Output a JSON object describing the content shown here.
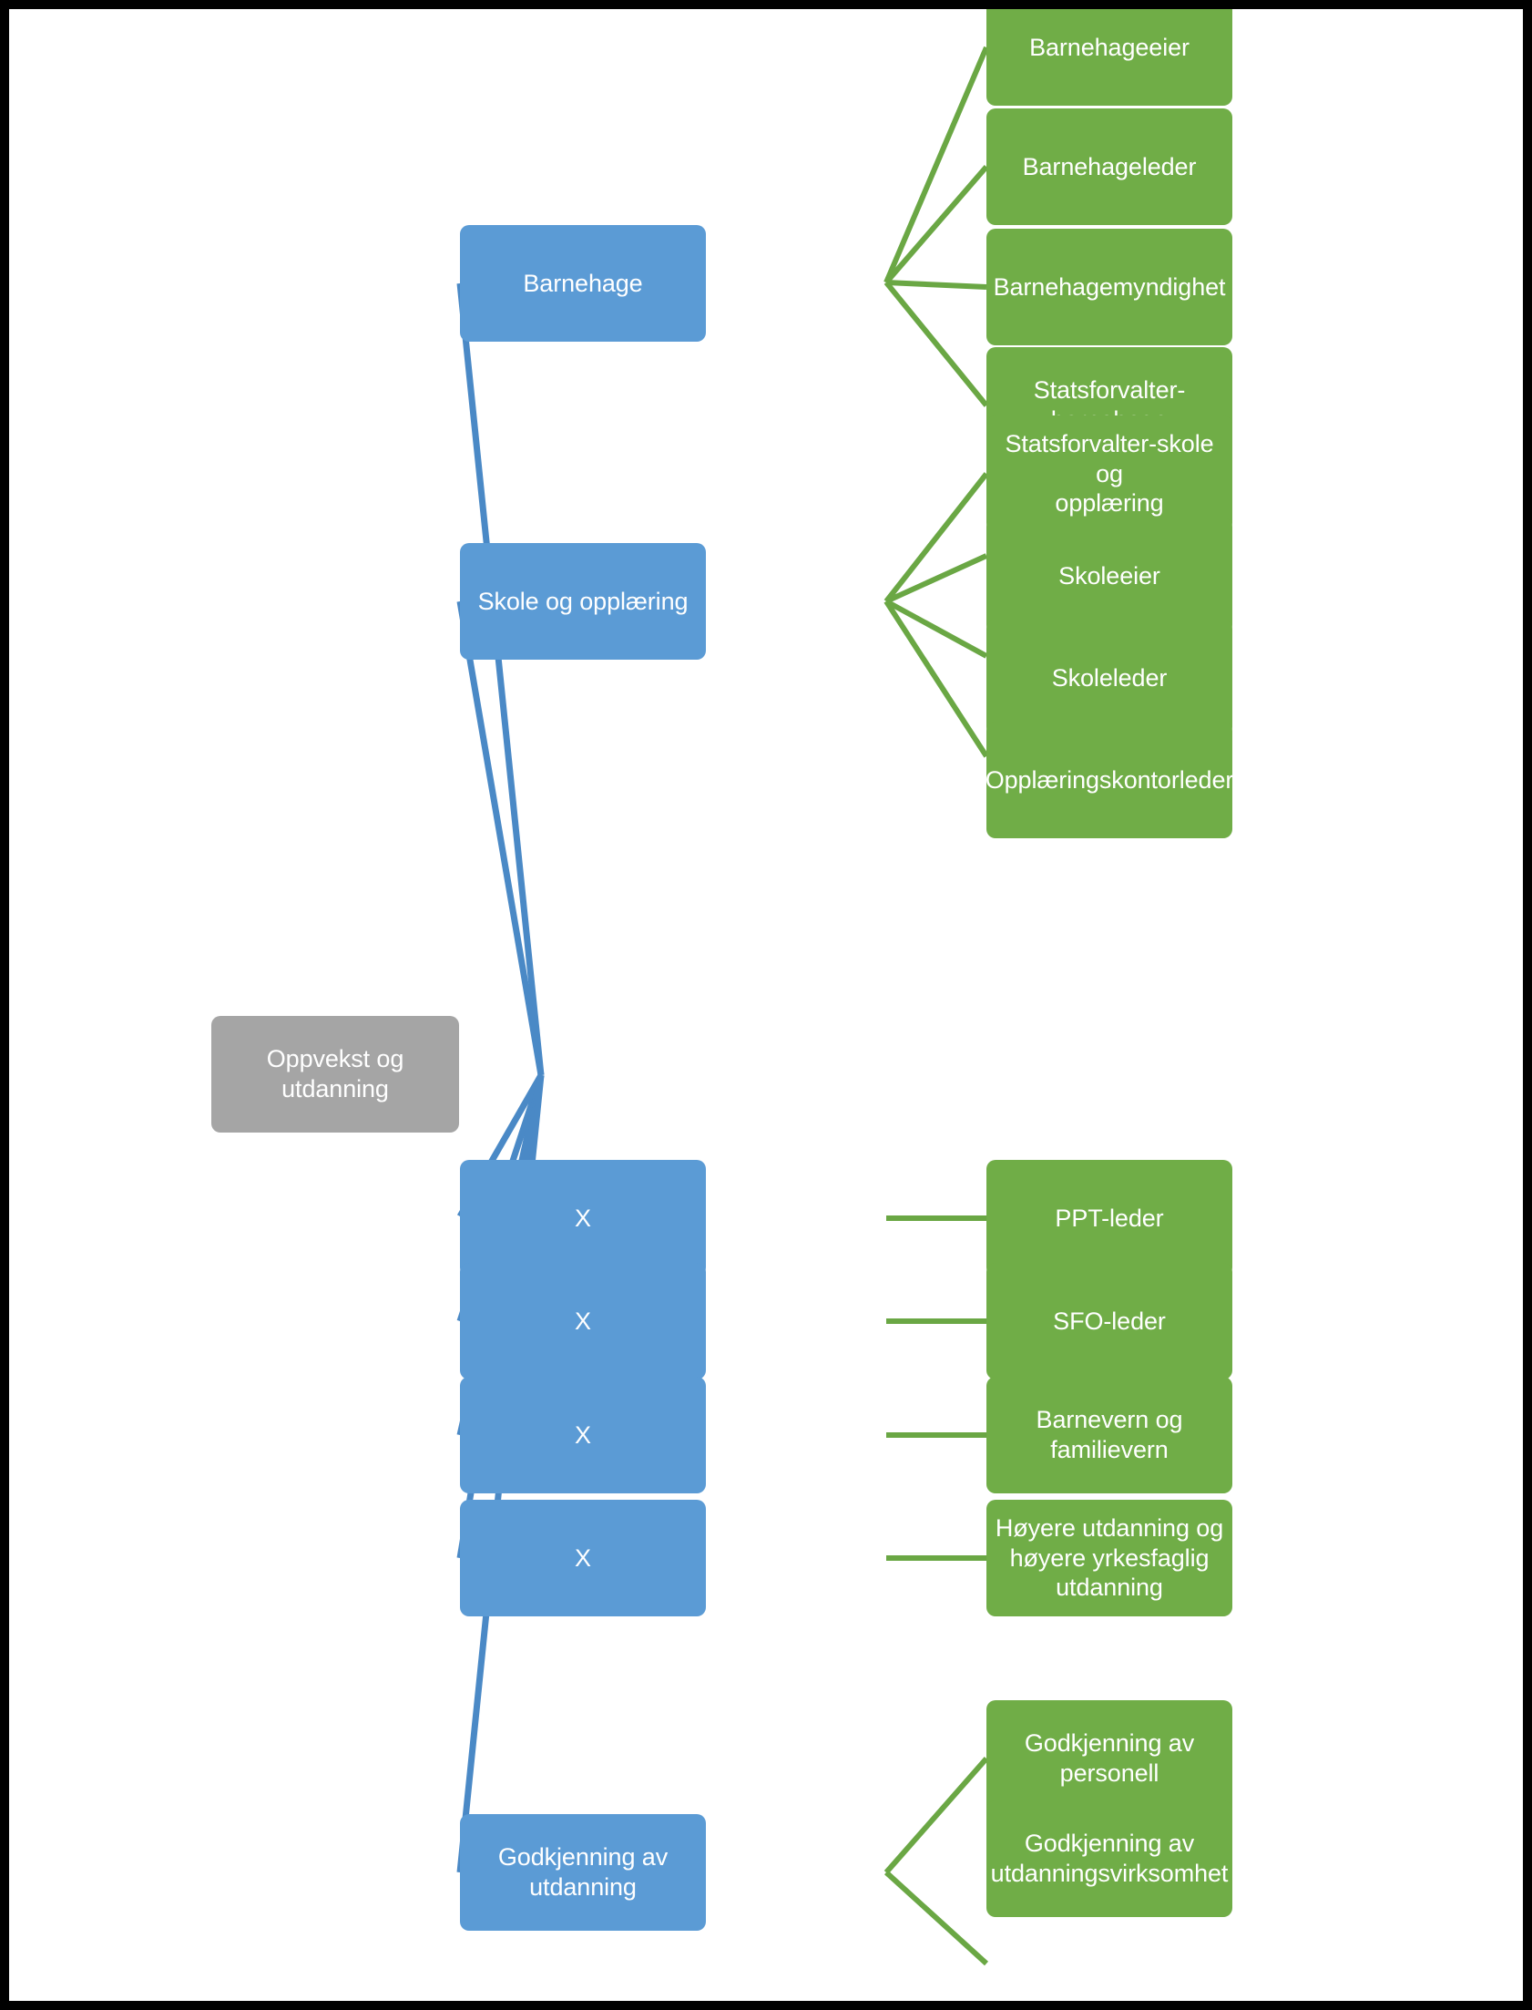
{
  "diagram": {
    "type": "tree",
    "title": "Oppvekst og utdanning",
    "colors": {
      "root": "#a5a5a5",
      "level1": "#5b9bd5",
      "level2": "#70ad47",
      "link_level1": "#4a89c6",
      "link_level2": "#6aa744",
      "page_background": "#ffffff",
      "frame": "#000000",
      "text": "#ffffff"
    },
    "root": {
      "label": "Oppvekst og utdanning"
    },
    "branches": [
      {
        "label": "Barnehage",
        "children": [
          {
            "label": "Barnehageeier"
          },
          {
            "label": "Barnehageleder"
          },
          {
            "label": "Barnehagemyndighet"
          },
          {
            "label": "Statsforvalter-\nbarnehage"
          }
        ]
      },
      {
        "label": "Skole og opplæring",
        "children": [
          {
            "label": "Statsforvalter-skole og\nopplæring"
          },
          {
            "label": "Skoleeier"
          },
          {
            "label": "Skoleleder"
          },
          {
            "label": "Opplæringskontorleder"
          }
        ]
      },
      {
        "label": "X",
        "children": [
          {
            "label": "PPT-leder"
          }
        ]
      },
      {
        "label": "X",
        "children": [
          {
            "label": "SFO-leder"
          }
        ]
      },
      {
        "label": "X",
        "children": [
          {
            "label": "Barnevern og\nfamilievern"
          }
        ]
      },
      {
        "label": "X",
        "children": [
          {
            "label": "Høyere utdanning og\nhøyere yrkesfaglig\nutdanning"
          }
        ]
      },
      {
        "label": "Godkjenning av\nutdanning",
        "children": [
          {
            "label": "Godkjenning av\npersonell"
          },
          {
            "label": "Godkjenning av\nutdanningsvirksomhet"
          }
        ]
      }
    ]
  }
}
